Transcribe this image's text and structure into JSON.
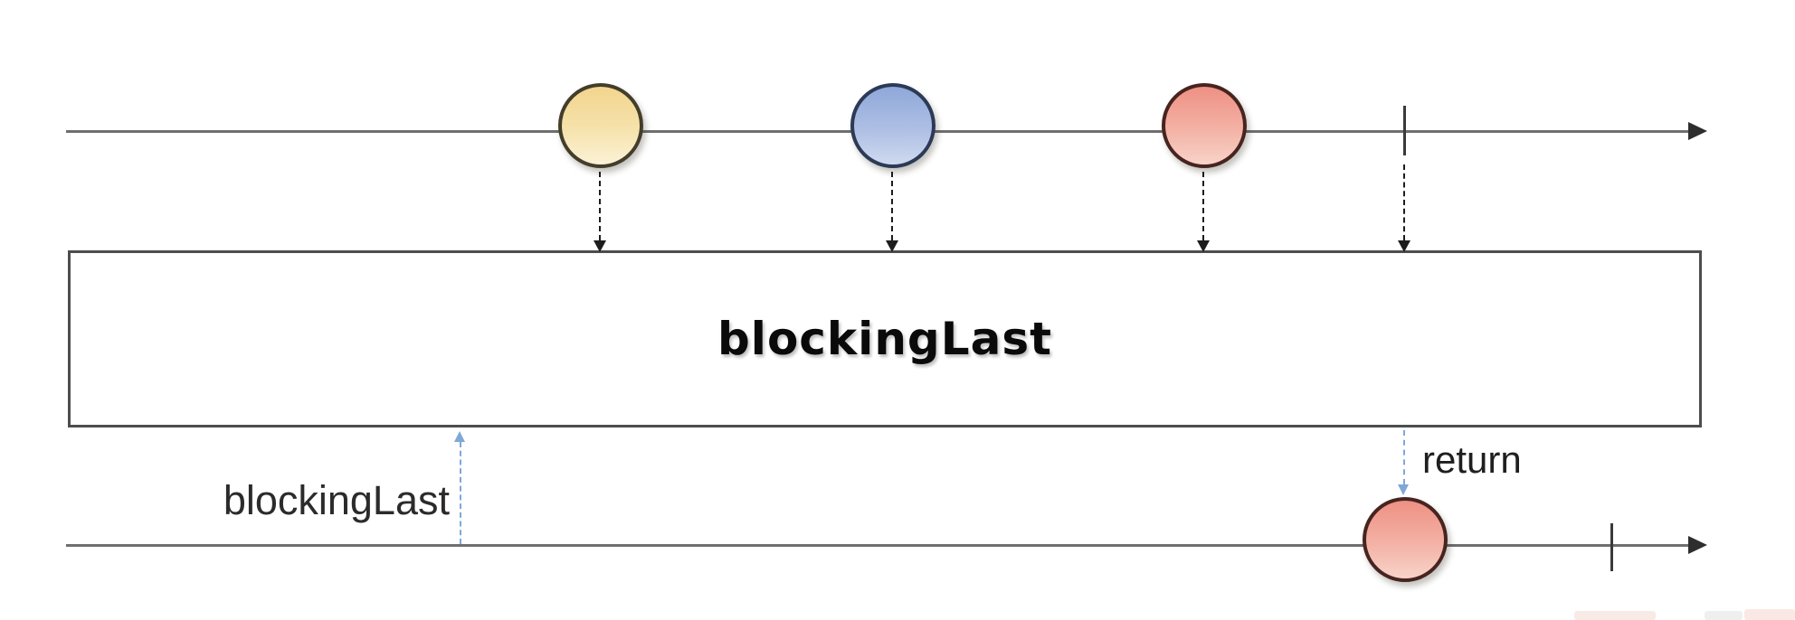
{
  "diagram": {
    "type": "rx-marble-diagram",
    "operator_box": {
      "label": "blockingLast"
    },
    "call_arrow": {
      "label": "blockingLast",
      "direction": "up"
    },
    "return_arrow": {
      "label": "return",
      "direction": "down"
    },
    "source_timeline": {
      "marbles": [
        {
          "id": "yellow-marble",
          "color_top": "#f2d58e",
          "color_bottom": "#fbf2d6",
          "border": "#433d2a"
        },
        {
          "id": "blue-marble",
          "color_top": "#8ea8d9",
          "color_bottom": "#cfdaf0",
          "border": "#2c3a56"
        },
        {
          "id": "red-marble",
          "color_top": "#ee9084",
          "color_bottom": "#f8d3c9",
          "border": "#47241f"
        }
      ],
      "emission_arrows": 4,
      "has_complete_tick": true
    },
    "result_timeline": {
      "marbles": [
        {
          "id": "red-marble",
          "color_top": "#ee9084",
          "color_bottom": "#f8d3c9",
          "border": "#47241f"
        }
      ],
      "has_complete_tick": true
    },
    "colors": {
      "timeline": "#6f6f6f",
      "tick": "#3a3a3a",
      "box_border": "#4d4d4d",
      "emission_arrow": "#1d1d1d",
      "call_return_arrow": "#7fa8d6",
      "label_text": "#1f1f1f"
    }
  }
}
